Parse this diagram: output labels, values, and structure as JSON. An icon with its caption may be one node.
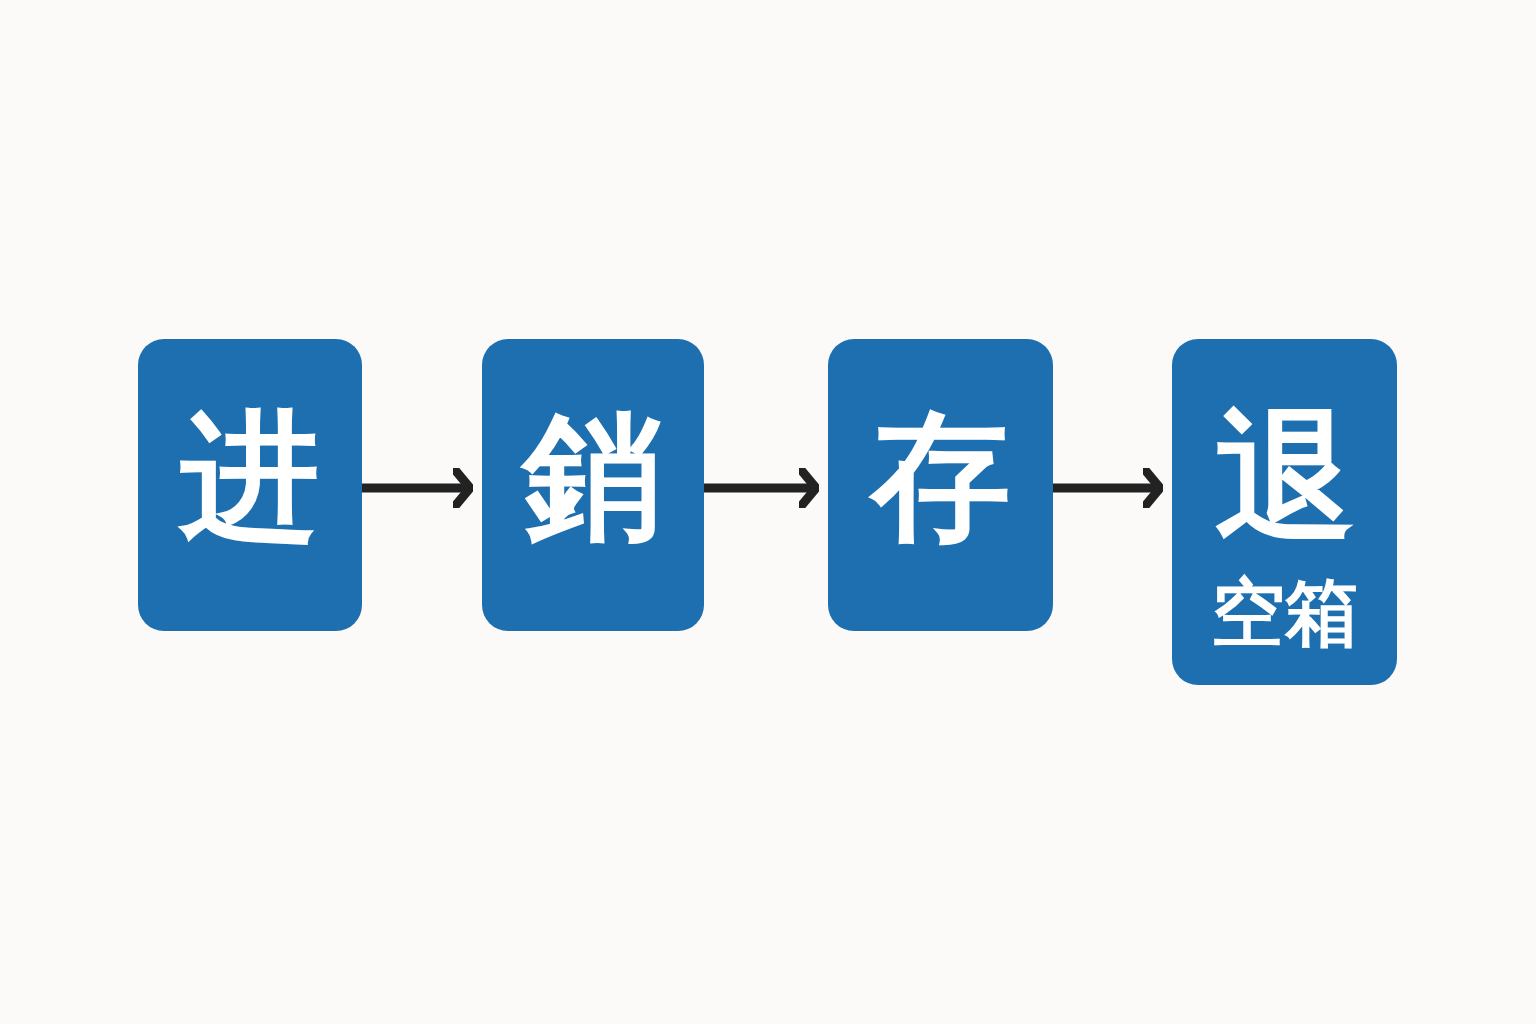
{
  "diagram": {
    "nodes": [
      {
        "text": [
          "进"
        ]
      },
      {
        "text": [
          "銷"
        ]
      },
      {
        "text": [
          "存"
        ]
      },
      {
        "text": [
          "退",
          "空箱"
        ]
      }
    ],
    "edges": [
      {
        "from": 0,
        "to": 1,
        "arrow": "to"
      },
      {
        "from": 1,
        "to": 2,
        "arrow": "to"
      },
      {
        "from": 2,
        "to": 3,
        "arrow": "to"
      }
    ]
  }
}
